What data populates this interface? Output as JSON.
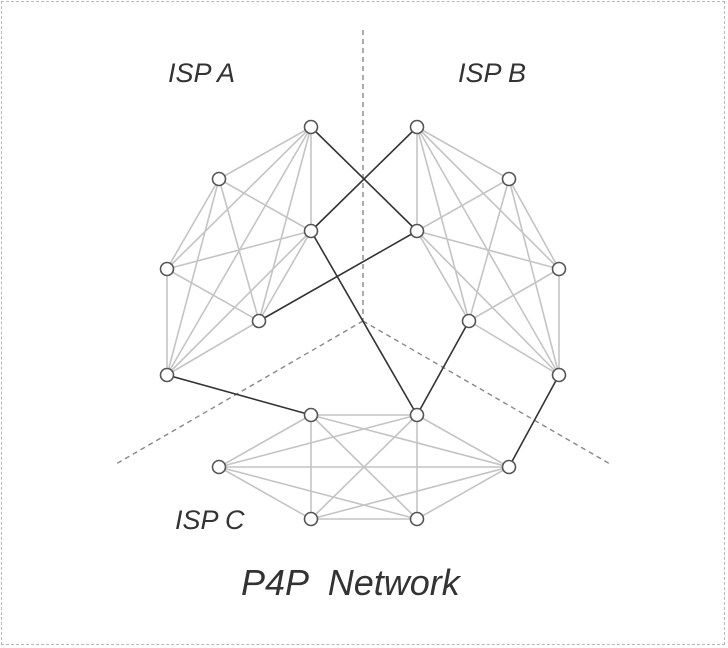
{
  "labels": {
    "isp_a": "ISP A",
    "isp_b": "ISP B",
    "isp_c": "ISP C",
    "title": "P4P  Network"
  },
  "colors": {
    "intra_link": "#c4c4c4",
    "inter_link": "#333333",
    "divider": "#888888",
    "node_stroke": "#555555",
    "node_fill": "#ffffff"
  }
}
